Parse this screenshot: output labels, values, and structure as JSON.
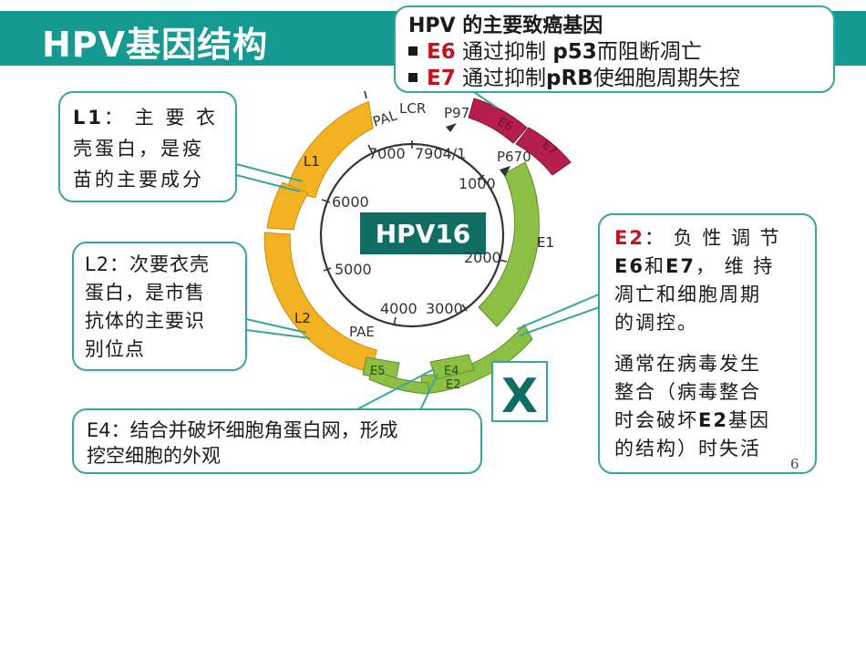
{
  "title": "HPV基因结构",
  "oncogene_box": {
    "heading": "HPV 的主要致癌基因",
    "items": [
      {
        "gene": "E6",
        "text_a": "通过抑制 ",
        "bold": "p53",
        "text_b": "而阻断凋亡"
      },
      {
        "gene": "E7",
        "text_a": "通过抑制",
        "bold": "pRB",
        "text_b": "使细胞周期失控"
      }
    ]
  },
  "l1_callout": {
    "gene": "L1",
    "line1": "： 主 要 衣",
    "line2": "壳蛋白，是疫",
    "line3": "苗的主要成分"
  },
  "l2_callout": {
    "line1": "L2：次要衣壳",
    "line2": "蛋白，是市售",
    "line3": "抗体的主要识",
    "line4": "别位点"
  },
  "e4_callout": {
    "line1": "E4：结合并破坏细胞角蛋白网，形成",
    "line2": "挖空细胞的外观"
  },
  "e2_callout": {
    "gene": "E2",
    "line1_rest": "： 负 性 调 节",
    "e6": "E6",
    "and": "和",
    "e7": "E7",
    "line2_rest": "， 维 持",
    "line3": "凋亡和细胞周期",
    "line4": "的调控。",
    "p2_line1": "通常在病毒发生",
    "p2_line2": "整合（病毒整合",
    "p2_line3_a": "时会破坏",
    "p2_line3_bold": "E2",
    "p2_line3_b": "基因",
    "p2_line4": "的结构）时失活"
  },
  "genome_map": {
    "center_label": "HPV16",
    "region_labels": {
      "lcr": "LCR",
      "pal": "PAL",
      "pae": "PAE",
      "p97": "P97",
      "p670": "P670"
    },
    "ticks": [
      "7000",
      "7904/1",
      "1000",
      "2000",
      "3000",
      "4000",
      "5000",
      "6000"
    ],
    "genes": {
      "l1": "L1",
      "l2": "L2",
      "e1": "E1",
      "e2": "E2",
      "e4": "E4",
      "e5": "E5",
      "e6": "E6",
      "e7": "E7"
    },
    "disruption_mark": "X"
  },
  "page_number": "6",
  "colors": {
    "header": "#159a91",
    "callout_border": "#37a79c",
    "late_gene": "#f3b221",
    "early_gene": "#8dbf45",
    "oncogene": "#b61e4c",
    "accent_red": "#c5121e"
  }
}
